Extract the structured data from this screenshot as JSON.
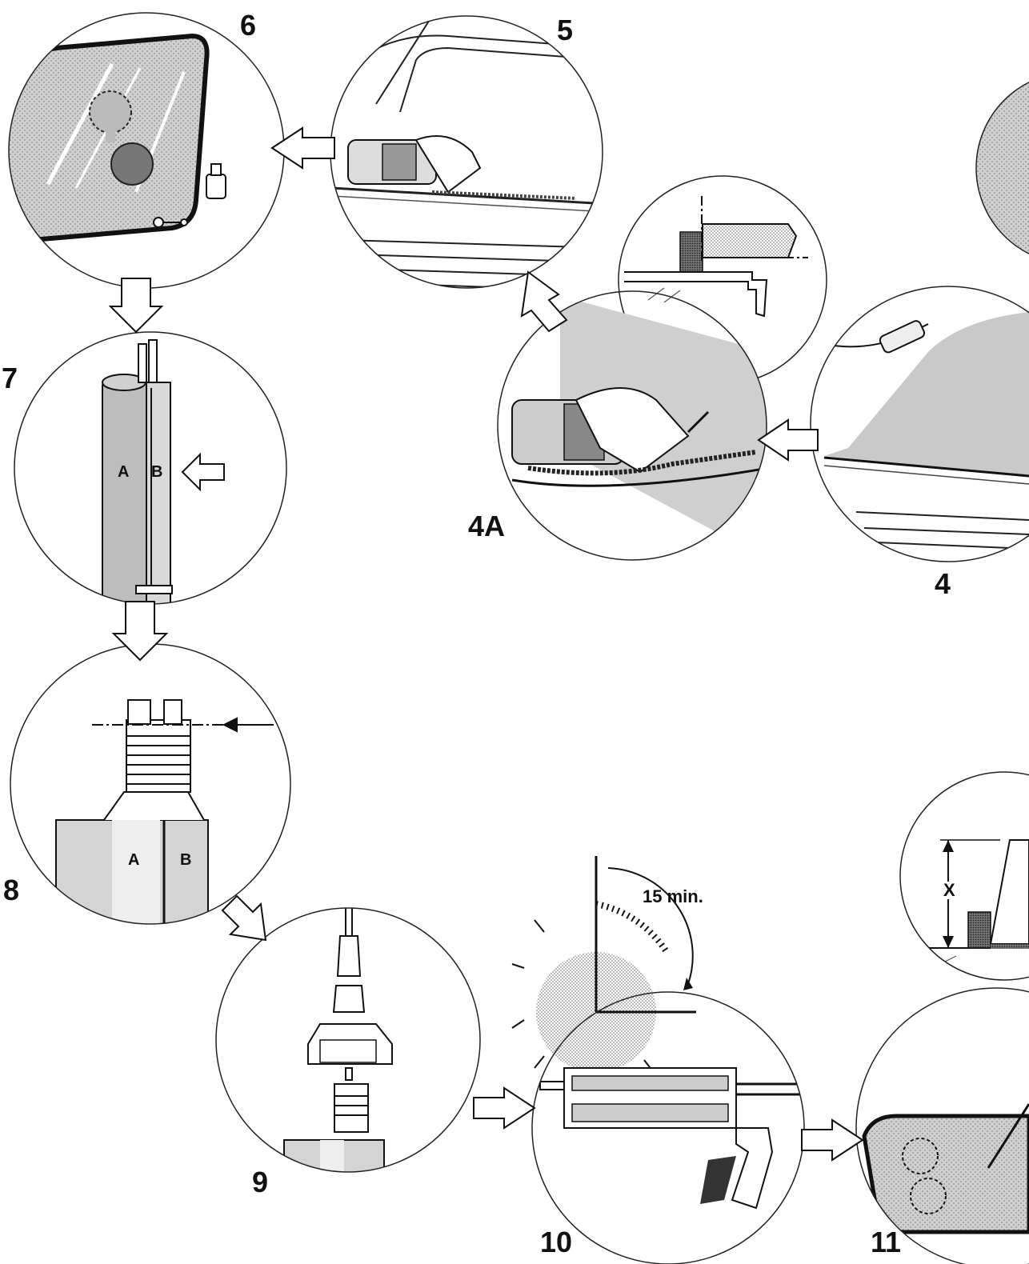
{
  "steps": {
    "s4": "4",
    "s4a": "4A",
    "s5": "5",
    "s6": "6",
    "s7": "7",
    "s8": "8",
    "s9": "9",
    "s10": "10",
    "s11": "11"
  },
  "cartridge": {
    "a": "A",
    "b": "B"
  },
  "timer": "15 min.",
  "dimension": "X"
}
